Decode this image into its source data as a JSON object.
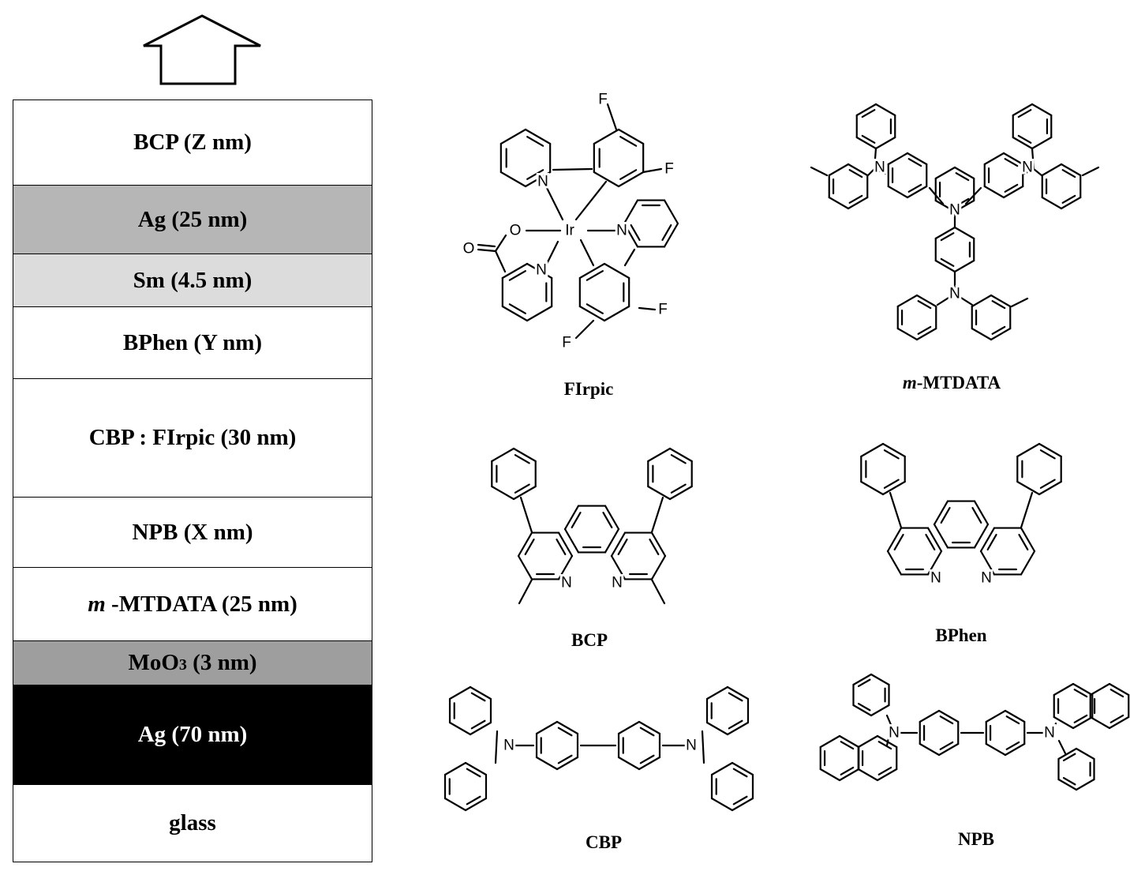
{
  "device_stack": {
    "layers": [
      {
        "id": "bcp",
        "label": "BCP (Z nm)",
        "fill": "#ffffff",
        "text_color": "#000000"
      },
      {
        "id": "ag-top",
        "label": "Ag (25 nm)",
        "fill": "#b6b6b6",
        "text_color": "#000000"
      },
      {
        "id": "sm",
        "label": "Sm (4.5 nm)",
        "fill": "#dcdcdc",
        "text_color": "#000000"
      },
      {
        "id": "bphen",
        "label": "BPhen (Y nm)",
        "fill": "#ffffff",
        "text_color": "#000000"
      },
      {
        "id": "cbp",
        "label": "CBP : FIrpic (30 nm)",
        "fill": "#ffffff",
        "text_color": "#000000"
      },
      {
        "id": "npb",
        "label": "NPB (X nm)",
        "fill": "#ffffff",
        "text_color": "#000000"
      },
      {
        "id": "mtdata",
        "label_italic": "m",
        "label": " -MTDATA (25 nm)",
        "fill": "#ffffff",
        "text_color": "#000000"
      },
      {
        "id": "moo3",
        "label": "MoO",
        "label_sub": "3",
        "label_tail": " (3 nm)",
        "fill": "#9e9e9e",
        "text_color": "#000000"
      },
      {
        "id": "ag-bot",
        "label": "Ag (70 nm)",
        "fill": "#000000",
        "text_color": "#ffffff"
      },
      {
        "id": "glass",
        "label": "glass",
        "fill": "#ffffff",
        "text_color": "#000000"
      }
    ]
  },
  "molecules": {
    "firpic": {
      "caption": "FIrpic"
    },
    "mtdata": {
      "caption_italic": "m",
      "caption": "-MTDATA"
    },
    "bcp": {
      "caption": "BCP"
    },
    "bphen": {
      "caption": "BPhen"
    },
    "cbp": {
      "caption": "CBP"
    },
    "npb": {
      "caption": "NPB"
    }
  },
  "atoms": {
    "fluorine": "F",
    "nitrogen": "N",
    "oxygen": "O",
    "iridium": "Ir"
  }
}
